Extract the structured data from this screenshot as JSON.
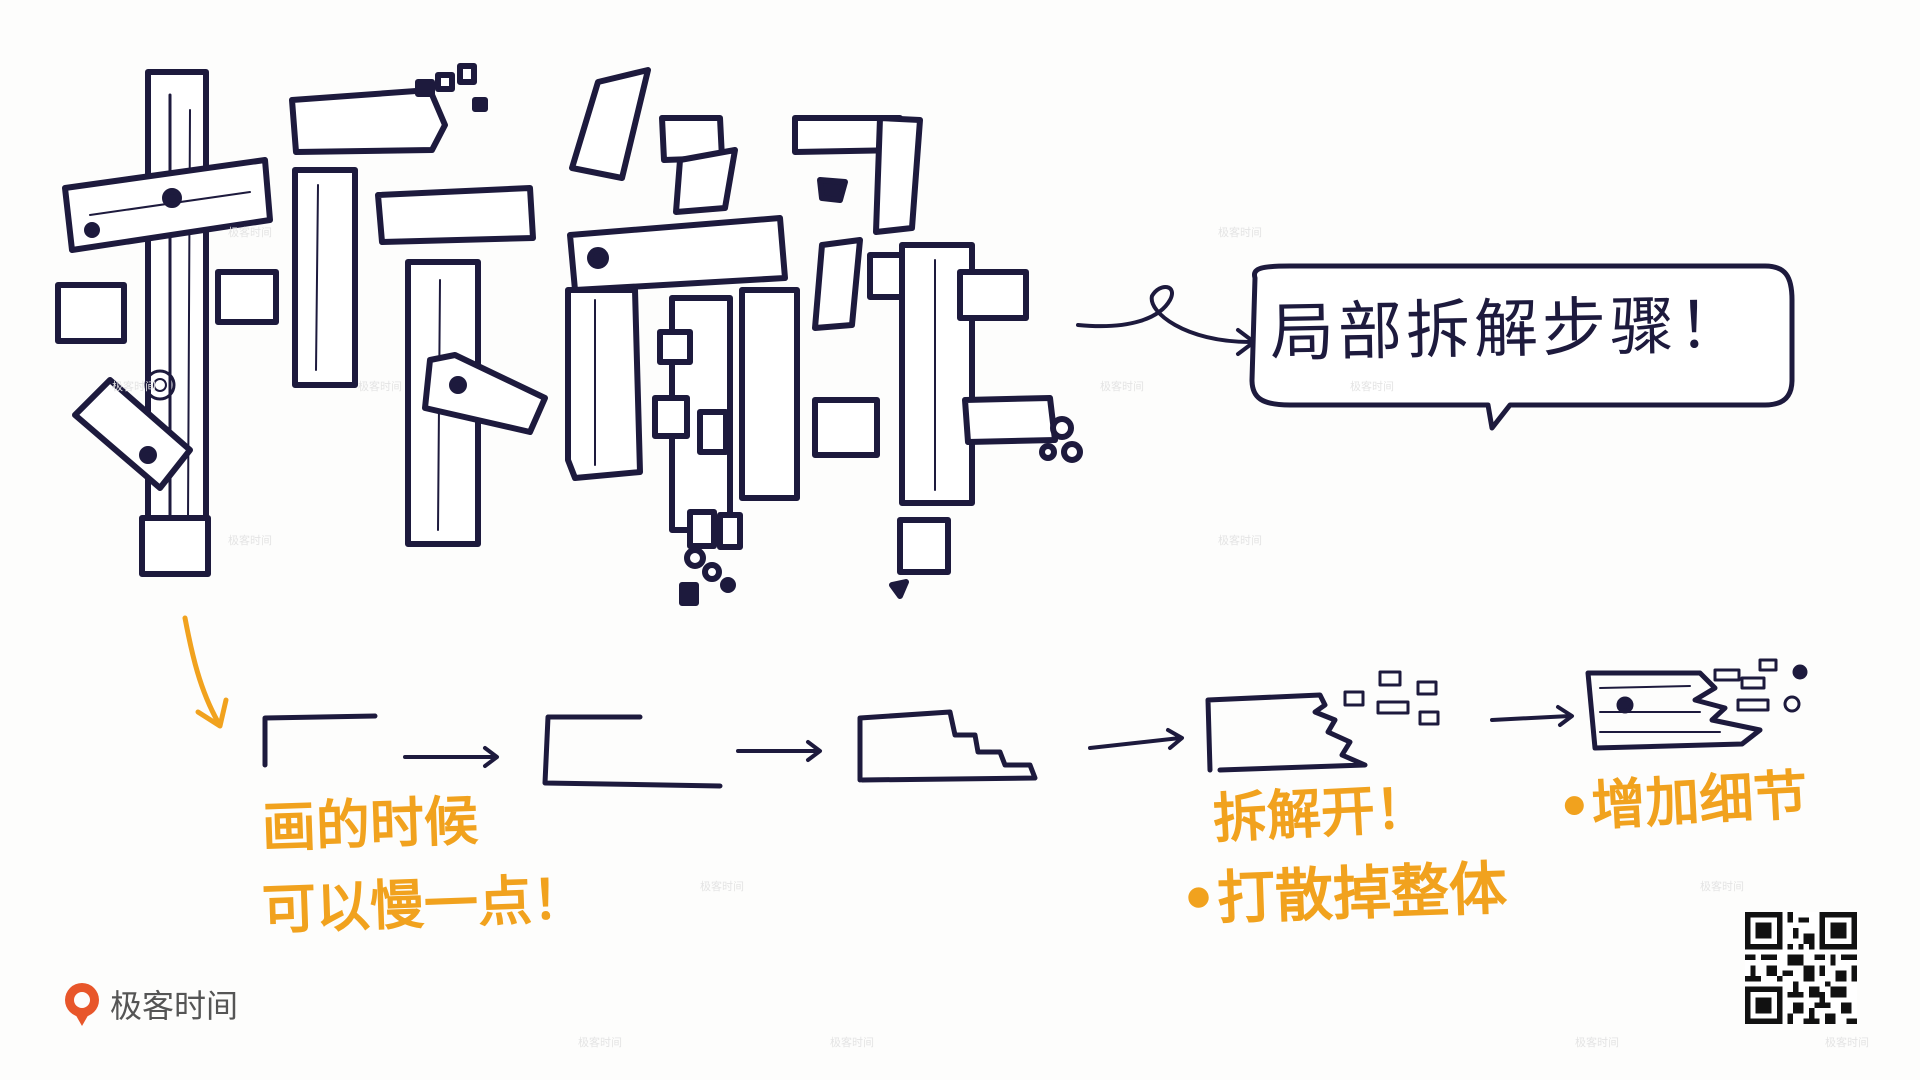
{
  "speech_bubble": {
    "text": "局部拆解步骤！"
  },
  "notes": {
    "draw_slow_line1": "画的时候",
    "draw_slow_line2": "可以慢一点！",
    "break_apart": "拆解开！",
    "break_whole": "•打散掉整体",
    "add_detail": "•增加细节"
  },
  "brand": {
    "name": "极客时间"
  },
  "watermark": "极客时间",
  "colors": {
    "ink": "#1d1a3d",
    "accent": "#f1a21e",
    "brand": "#e8562a"
  }
}
